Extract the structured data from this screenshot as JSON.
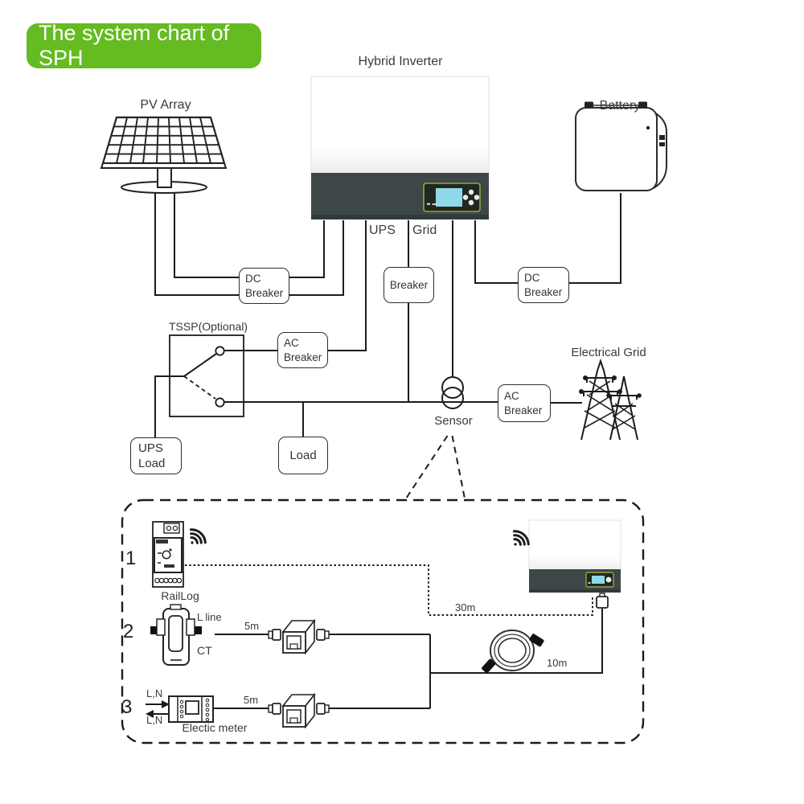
{
  "badge": {
    "label": "The system chart of SPH"
  },
  "colors": {
    "accent_green": "#65bb22",
    "line": "#1c1c1c",
    "inverter_panel_dark": "#3d4747",
    "display_screen_cyan": "#8fd9e8",
    "display_border_olive": "#9aa43e"
  },
  "labels": {
    "hybrid_inverter": "Hybrid Inverter",
    "pv_array": "PV Array",
    "battery": "Battery",
    "ups": "UPS",
    "grid": "Grid",
    "tssp": "TSSP(Optional)",
    "electrical_grid": "Electrical Grid",
    "sensor": "Sensor",
    "raillog": "RailLog",
    "l_line": "L line",
    "ct": "CT",
    "ln_in": "L,N",
    "ln_out": "L,N",
    "electric_meter": "Electic meter"
  },
  "items": {
    "one": "1",
    "two": "2",
    "three": "3"
  },
  "boxes": {
    "dc_breaker_left": "DC Breaker",
    "breaker": "Breaker",
    "dc_breaker_right": "DC Breaker",
    "ac_breaker_ups": "AC Breaker",
    "ac_breaker_grid": "AC Breaker",
    "ups_load": "UPS Load",
    "load": "Load"
  },
  "distances": {
    "wifi_range": "30m",
    "ct_cable": "5m",
    "meter_cable": "5m",
    "extension_cable": "10m"
  }
}
